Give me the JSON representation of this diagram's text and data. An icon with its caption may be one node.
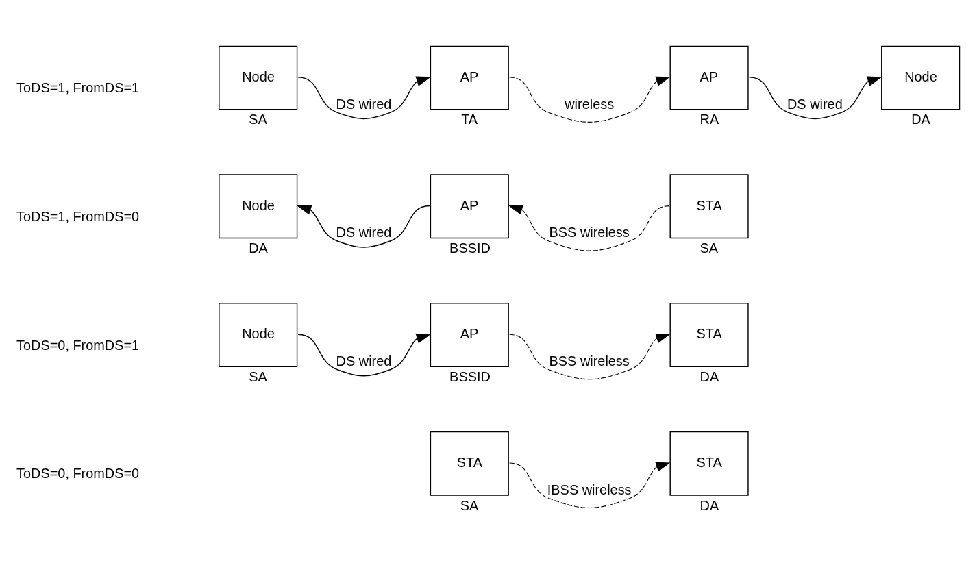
{
  "diagram": {
    "nodes": [
      {
        "text": [
          "STA"
        ],
        "beside": [
          "SA"
        ]
      },
      {
        "text": [
          "STA"
        ],
        "beside": [
          "DA"
        ]
      },
      {
        "text": [
          "Node"
        ],
        "beside": [
          "SA"
        ]
      },
      {
        "text": [
          "AP"
        ],
        "beside": [
          "BSSID"
        ]
      },
      {
        "text": [
          "STA"
        ],
        "beside": [
          "DA"
        ]
      },
      {
        "text": [
          "Node"
        ],
        "beside": [
          "DA"
        ]
      },
      {
        "text": [
          "AP"
        ],
        "beside": [
          "BSSID"
        ]
      },
      {
        "text": [
          "STA"
        ],
        "beside": [
          "SA"
        ]
      },
      {
        "text": [
          "Node"
        ],
        "beside": [
          "SA"
        ]
      },
      {
        "text": [
          "AP"
        ],
        "beside": [
          "TA"
        ]
      },
      {
        "text": [
          "AP"
        ],
        "beside": [
          "RA"
        ]
      },
      {
        "text": [
          "Node"
        ],
        "beside": [
          "DA"
        ]
      }
    ],
    "edges": [
      {
        "from": 0,
        "to": 1,
        "arrow": "to",
        "label": "IBSS wireless",
        "style": "dashed"
      },
      {
        "from": 2,
        "to": 3,
        "arrow": "to",
        "label": "DS wired"
      },
      {
        "from": 3,
        "to": 4,
        "arrow": "to",
        "label": "BSS wireless",
        "style": "dashed"
      },
      {
        "from": 6,
        "to": 5,
        "arrow": "to",
        "label": "DS wired"
      },
      {
        "from": 7,
        "to": 6,
        "arrow": "to",
        "label": "BSS wireless",
        "style": "dashed"
      },
      {
        "from": 8,
        "to": 9,
        "arrow": "to",
        "label": "DS wired"
      },
      {
        "from": 9,
        "to": 10,
        "arrow": "to",
        "label": "wireless",
        "style": "dashed"
      },
      {
        "from": 10,
        "to": 11,
        "arrow": "to",
        "label": "DS wired"
      }
    ],
    "labels": [
      "ToDS=0, FromDS=0",
      "ToDS=0, FromDS=1",
      "ToDS=1, FromDS=0",
      "ToDS=1, FromDS=1"
    ]
  }
}
